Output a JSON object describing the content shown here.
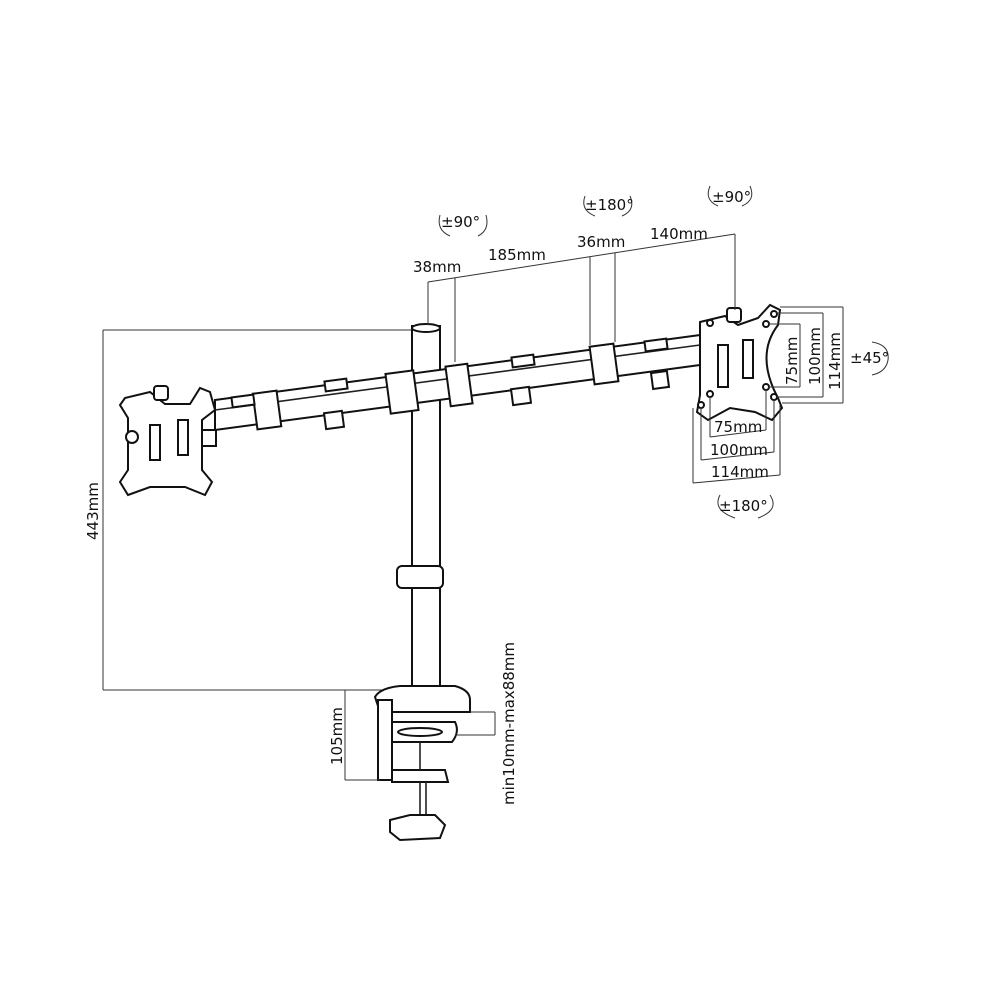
{
  "rotations": {
    "left_arm_tilt": "±90°",
    "middle_swivel": "±180°",
    "right_arm_tilt": "±90°",
    "plate_rotation": "±45°",
    "plate_swivel": "±180°"
  },
  "arm_dimensions": {
    "d1": "38mm",
    "d2": "185mm",
    "d3": "36mm",
    "d4": "140mm"
  },
  "vesa_vertical": [
    "75mm",
    "100mm",
    "114mm"
  ],
  "vesa_horizontal": [
    "75mm",
    "100mm",
    "114mm"
  ],
  "height": "443mm",
  "clamp_height": "105mm",
  "desk_thickness": "min10mm-max88mm"
}
